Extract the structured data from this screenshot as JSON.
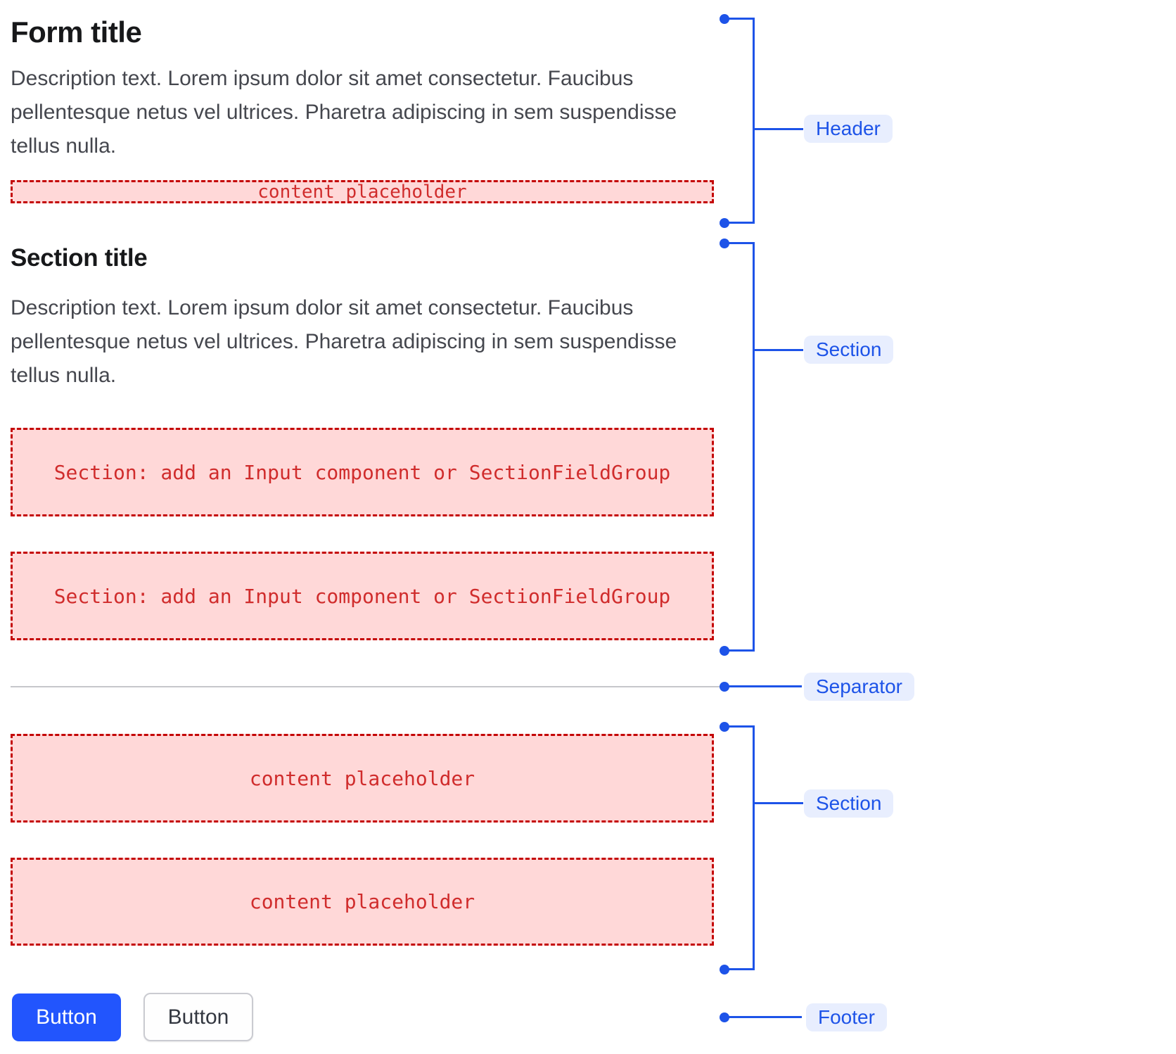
{
  "form": {
    "title": "Form title",
    "description": "Description text. Lorem ipsum dolor sit amet consectetur. Faucibus pellentesque netus vel ultrices. Pharetra adipiscing in sem suspendisse tellus nulla.",
    "content_placeholder": "content placeholder"
  },
  "section": {
    "title": "Section title",
    "description": "Description text. Lorem ipsum dolor sit amet consectetur. Faucibus pellentesque netus vel ultrices. Pharetra adipiscing in sem suspendisse tellus nulla.",
    "slot_placeholder_1": "Section: add an Input component or SectionFieldGroup",
    "slot_placeholder_2": "Section: add an Input component or SectionFieldGroup"
  },
  "section2": {
    "content_placeholder_1": "content placeholder",
    "content_placeholder_2": "content placeholder"
  },
  "footer": {
    "primary_button_label": "Button",
    "secondary_button_label": "Button"
  },
  "annotations": {
    "header_label": "Header",
    "section_label": "Section",
    "separator_label": "Separator",
    "section2_label": "Section",
    "footer_label": "Footer"
  },
  "colors": {
    "annotation_blue": "#1d53e8",
    "annotation_pill_bg": "#e8eefe",
    "placeholder_bg": "#ffd8d8",
    "placeholder_border": "#c40505",
    "placeholder_text": "#d02c2c",
    "primary_button_bg": "#2255fd",
    "separator_line": "#c6c7cb",
    "title_text": "#17181a",
    "description_text": "#45474e"
  }
}
